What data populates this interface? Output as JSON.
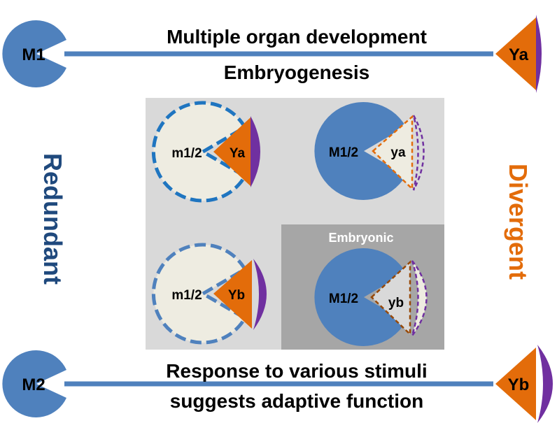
{
  "colors": {
    "blue": "#4F81BD",
    "orange": "#E36C0A",
    "purple": "#7030A0",
    "panel_bg": "#D9D9D9",
    "panel_dark": "#A6A6A6",
    "cream": "#EEECE1",
    "divergent_text": "#E36C0A",
    "redundant_text": "#1F497D"
  },
  "top": {
    "left_node": "M1",
    "right_node": "Ya",
    "line1": "Multiple organ development",
    "line2": "Embryogenesis"
  },
  "bottom": {
    "left_node": "M2",
    "right_node": "Yb",
    "line1": "Response to various stimuli",
    "line2": "suggests adaptive function"
  },
  "side": {
    "left": "Redundant",
    "right": "Divergent"
  },
  "grid": {
    "top_left": {
      "mads": "m1/2",
      "yabby": "Ya"
    },
    "top_right": {
      "mads": "M1/2",
      "yabby": "ya"
    },
    "bottom_left": {
      "mads": "m1/2",
      "yabby": "Yb"
    },
    "bottom_right": {
      "mads": "M1/2",
      "yabby": "yb",
      "tag": "Embryonic"
    }
  }
}
